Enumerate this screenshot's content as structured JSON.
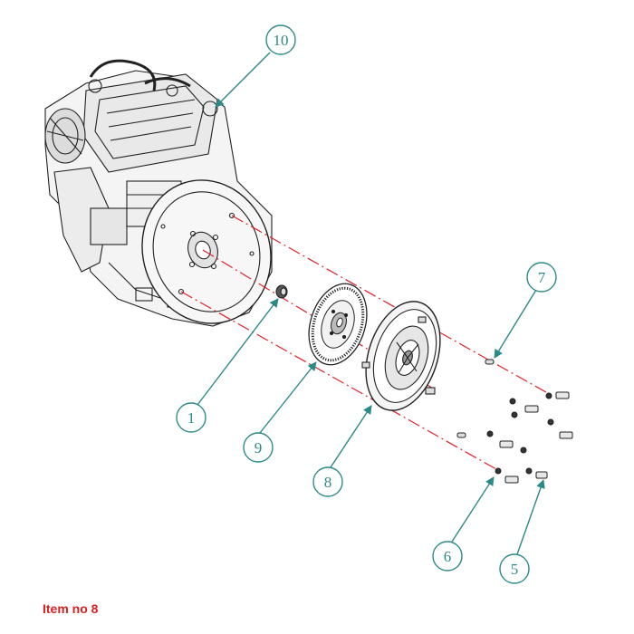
{
  "caption": "Item no 8",
  "colors": {
    "callout": "#2a8a86",
    "axis_line": "#e0202a",
    "caption": "#d9201f",
    "line_art": "#222222"
  },
  "callouts": [
    {
      "id": "10",
      "label": "10"
    },
    {
      "id": "7",
      "label": "7"
    },
    {
      "id": "1",
      "label": "1"
    },
    {
      "id": "9",
      "label": "9"
    },
    {
      "id": "8",
      "label": "8"
    },
    {
      "id": "6",
      "label": "6"
    },
    {
      "id": "5",
      "label": "5"
    }
  ]
}
